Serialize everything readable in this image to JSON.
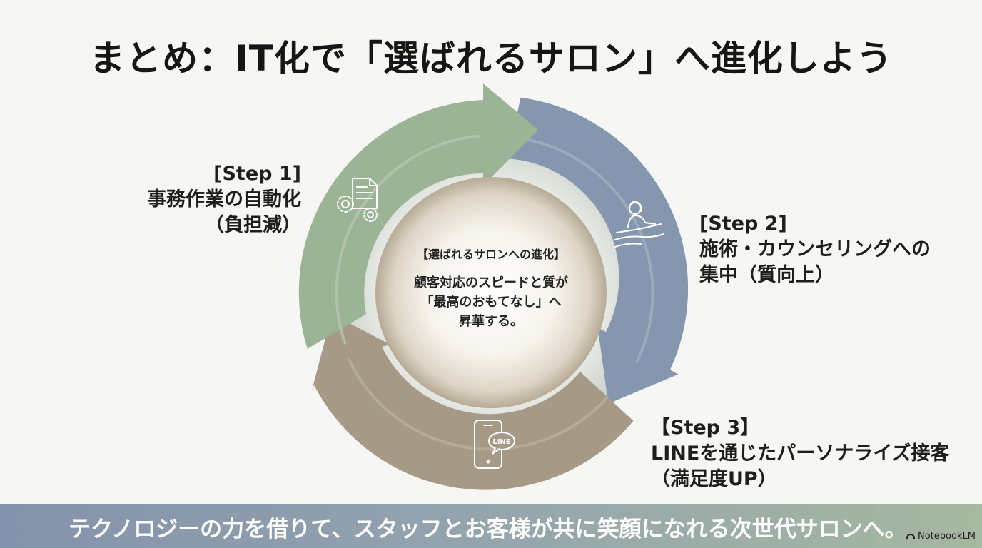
{
  "title": "まとめ：IT化で「選ばれるサロン」へ進化しよう",
  "steps": [
    {
      "label": "[Step 1]",
      "lines": [
        "事務作業の自動化",
        "（負担減）"
      ],
      "icon": "document-gears-icon"
    },
    {
      "label": "[Step 2]",
      "lines": [
        "施術・カウンセリングへの",
        "集中（質向上）"
      ],
      "icon": "salon-treatment-icon"
    },
    {
      "label": "【Step 3】",
      "lines": [
        "LINEを通じたパーソナライズ接客",
        "（満足度UP）"
      ],
      "icon": "smartphone-line-icon"
    }
  ],
  "center": {
    "title": "【選ばれるサロンへの進化】",
    "lines": [
      "顧客対応のスピードと質が",
      "「最高のおもてなし」へ",
      "昇華する。"
    ]
  },
  "line_badge": "LINE",
  "footer": "テクノロジーの力を借りて、スタッフとお客様が共に笑顔になれる次世代サロンへ。",
  "brand": "NotebookLM",
  "colors": {
    "step1_arrow": "#9cb496",
    "step2_arrow": "#8596ae",
    "step3_arrow": "#a69a86",
    "footer_start": "#8492ab",
    "footer_end": "#a5b8a0"
  }
}
